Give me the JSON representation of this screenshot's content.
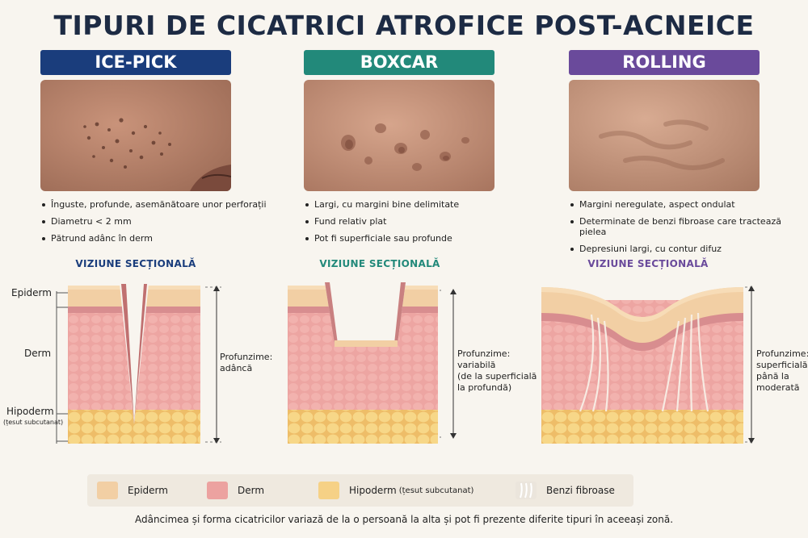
{
  "title": "TIPURI DE CICATRICI ATROFICE POST-ACNEICE",
  "colors": {
    "icepick": "#1a3d7c",
    "boxcar": "#22897a",
    "rolling": "#6a4a9b",
    "epiderm": "#f2cfa4",
    "derm": "#eca2a0",
    "hipoderm": "#f6d186"
  },
  "columns": [
    {
      "name": "ICE-PICK",
      "bullets": [
        "Înguste, profunde, asemănătoare unor perforații",
        "Diametru < 2 mm",
        "Pătrund adânc în derm"
      ],
      "section_title": "VIZIUNE SECȚIONALĂ",
      "depth_label": "Profunzime:\nadâncă"
    },
    {
      "name": "BOXCAR",
      "bullets": [
        "Largi, cu margini bine delimitate",
        "Fund relativ plat",
        "Pot fi superficiale sau profunde"
      ],
      "section_title": "VIZIUNE SECȚIONALĂ",
      "depth_label": "Profunzime:\nvariabilă\n(de la superficială\nla profundă)"
    },
    {
      "name": "ROLLING",
      "bullets": [
        "Margini neregulate, aspect ondulat",
        "Determinate de benzi fibroase care tractează pielea",
        "Depresiuni largi, cu contur difuz"
      ],
      "section_title": "VIZIUNE SECȚIONALĂ",
      "depth_label": "Profunzime:\nsuperficială\npână la\nmoderată"
    }
  ],
  "layers": {
    "epiderm": "Epiderm",
    "derm": "Derm",
    "hipoderm": "Hipoderm",
    "hipoderm_sub": "(țesut subcutanat)"
  },
  "legend": {
    "epiderm": "Epiderm",
    "derm": "Derm",
    "hipoderm": "Hipoderm",
    "hipoderm_sub": "(țesut subcutanat)",
    "fibrous": "Benzi fibroase"
  },
  "footnote": "Adâncimea și forma cicatricilor variază de la o persoană la alta și pot fi prezente diferite tipuri în aceeași zonă."
}
